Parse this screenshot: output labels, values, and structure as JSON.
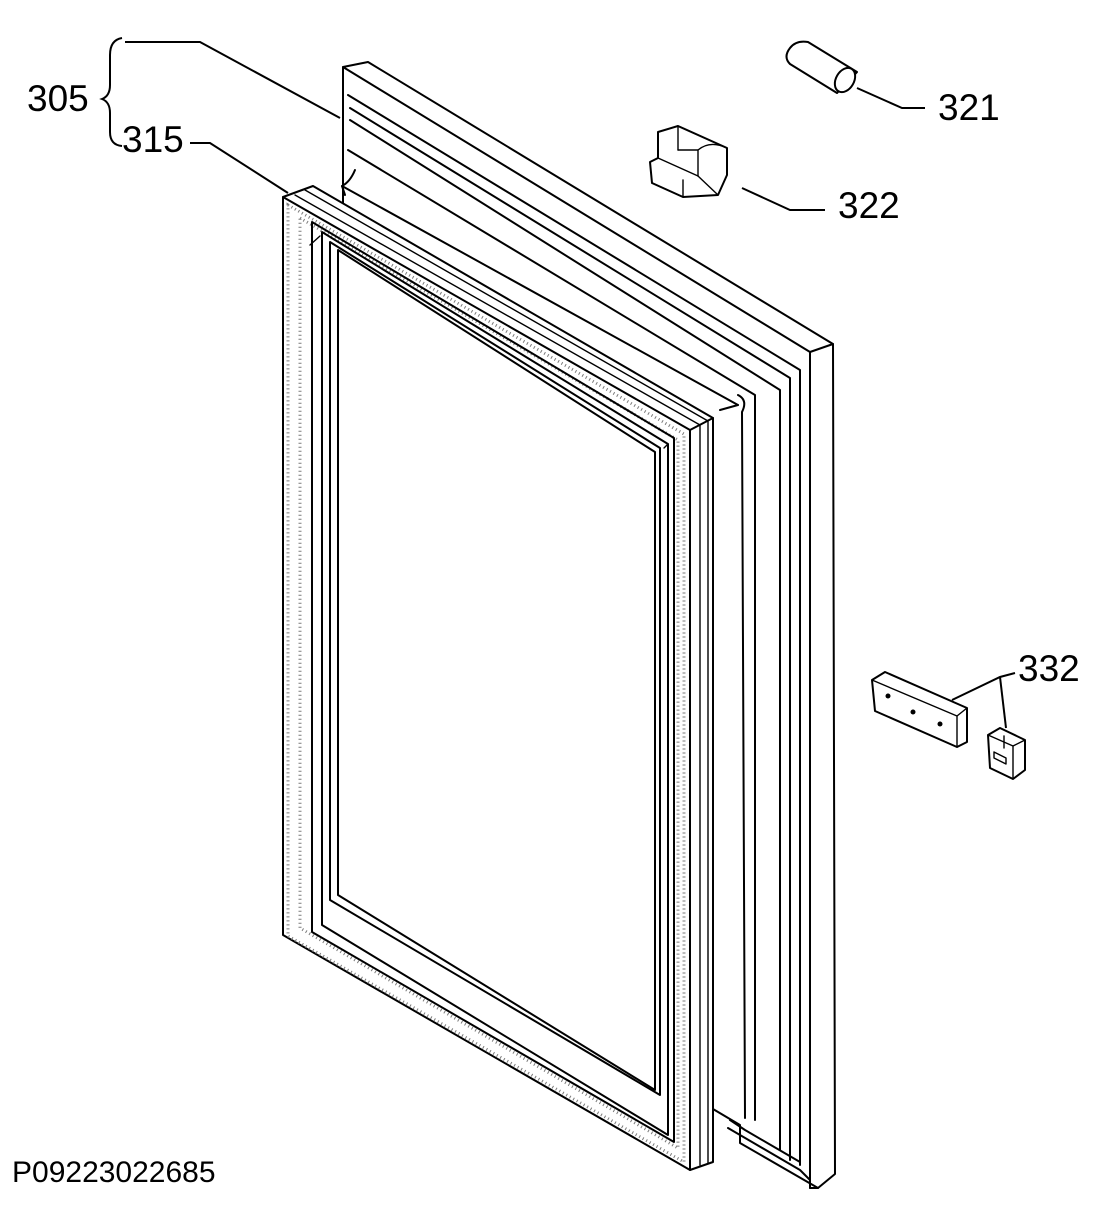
{
  "callouts": {
    "door_assembly": "305",
    "door_gasket": "315",
    "pin": "321",
    "cap": "322",
    "hinge_set": "332"
  },
  "diagram_code": "P09223022685"
}
